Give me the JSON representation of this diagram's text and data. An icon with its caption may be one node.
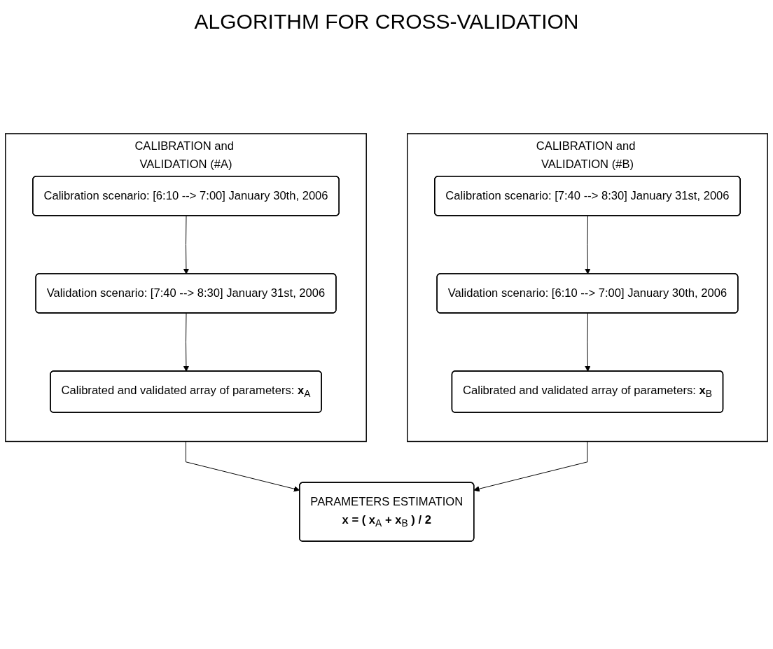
{
  "diagram": {
    "title": "ALGORITHM FOR CROSS-VALIDATION",
    "nodes": [
      {
        "text": [
          "CALIBRATION and VALIDATION (#A)"
        ]
      },
      {
        "text": [
          "Calibration scenario: [6:10 --> 7:00] January 30th, 2006"
        ],
        "in": 0
      },
      {
        "text": [
          "Validation scenario: [7:40 --> 8:30] January 31st, 2006"
        ],
        "in": 0
      },
      {
        "text": [
          "Calibrated and validated array of parameters: **x**$_{A}$"
        ],
        "in": 0
      },
      {
        "text": [
          "CALIBRATION and VALIDATION (#B)"
        ]
      },
      {
        "text": [
          "Calibration scenario: [7:40 --> 8:30] January 31st, 2006"
        ],
        "in": 4
      },
      {
        "text": [
          "Validation scenario: [6:10 --> 7:00] January 30th, 2006"
        ],
        "in": 4
      },
      {
        "text": [
          "Calibrated and validated array of parameters: **x**$_{B}$"
        ],
        "in": 4
      },
      {
        "text": [
          "PARAMETERS ESTIMATION",
          "**x = ( x**$_{A}$ **+ x**$_{B}$ **) / 2**"
        ]
      }
    ],
    "edges": [
      {
        "from": 1,
        "to": 2,
        "arrow": "to"
      },
      {
        "from": 2,
        "to": 3,
        "arrow": "to"
      },
      {
        "from": 5,
        "to": 6,
        "arrow": "to"
      },
      {
        "from": 6,
        "to": 7,
        "arrow": "to"
      },
      {
        "from": 0,
        "to": 8,
        "arrow": "to"
      },
      {
        "from": 4,
        "to": 8,
        "arrow": "to"
      }
    ]
  }
}
